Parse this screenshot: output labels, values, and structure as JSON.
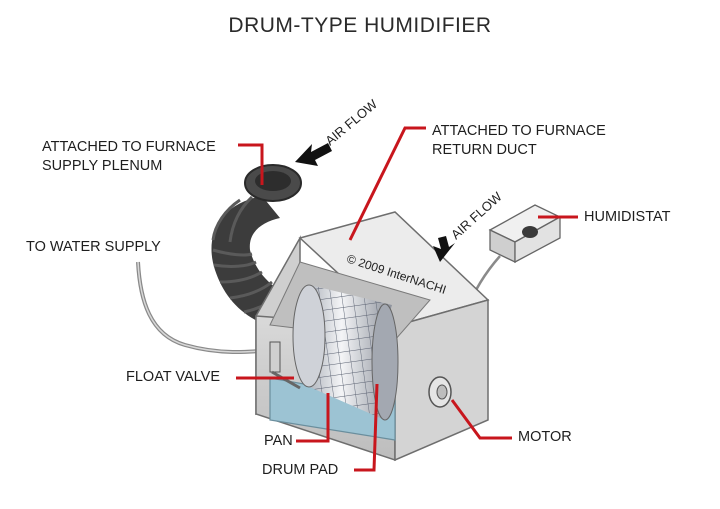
{
  "title": "DRUM-TYPE HUMIDIFIER",
  "labels": {
    "supply_plenum": [
      "ATTACHED TO FURNACE",
      "SUPPLY PLENUM"
    ],
    "return_duct": [
      "ATTACHED TO FURNACE",
      "RETURN DUCT"
    ],
    "water_supply": "TO WATER SUPPLY",
    "humidistat": "HUMIDISTAT",
    "float_valve": "FLOAT VALVE",
    "pan": "PAN",
    "drum_pad": "DRUM PAD",
    "motor": "MOTOR",
    "air_flow_1": "AIR FLOW",
    "air_flow_2": "AIR FLOW",
    "copyright": "© 2009 InterNACHI"
  },
  "colors": {
    "leader": "#c8161d",
    "duct": "#3c3c3c",
    "housing": "#e3e3e3",
    "water": "#8fb7c9",
    "drum_grid": "#555a66"
  }
}
